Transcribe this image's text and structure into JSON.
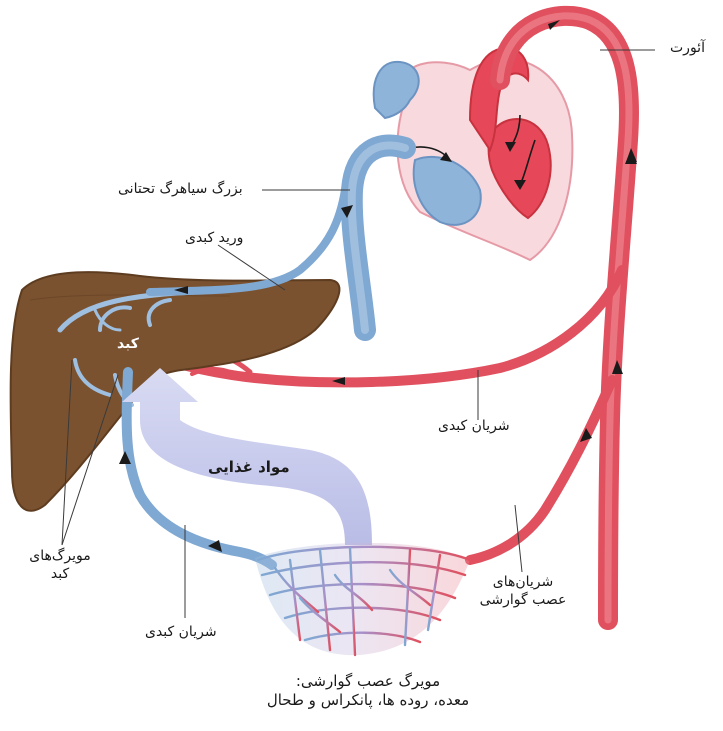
{
  "labels": {
    "aorta": "آئورت",
    "inferior_vena_cava": "بزرگ سیاهرگ تحتانی",
    "hepatic_vein": "ورید کبدی",
    "liver": "کبد",
    "nutrients": "مواد غذایی",
    "hepatic_artery": "شریان کبدی",
    "liver_capillaries_line1": "مویرگ‌های",
    "liver_capillaries_line2": "کبد",
    "portal_vessel": "شریان کبدی",
    "digestive_arteries_line1": "شریان‌های",
    "digestive_arteries_line2": "عصب گوارشی",
    "digestive_capillaries_line1": "مویرگ عصب گوارشی:",
    "digestive_capillaries_line2": "معده، روده ها، پانکراس و طحال"
  },
  "colors": {
    "artery": "#e0505e",
    "artery_light": "#f3a7b0",
    "vein": "#7fa8d2",
    "vein_light": "#c3d8ec",
    "liver": "#7a5230",
    "liver_dark": "#5e3c20",
    "heart_fill": "#f7d9de",
    "nutrient_arrow": "#c6c8ea",
    "leader_line": "#3a3a3a"
  }
}
